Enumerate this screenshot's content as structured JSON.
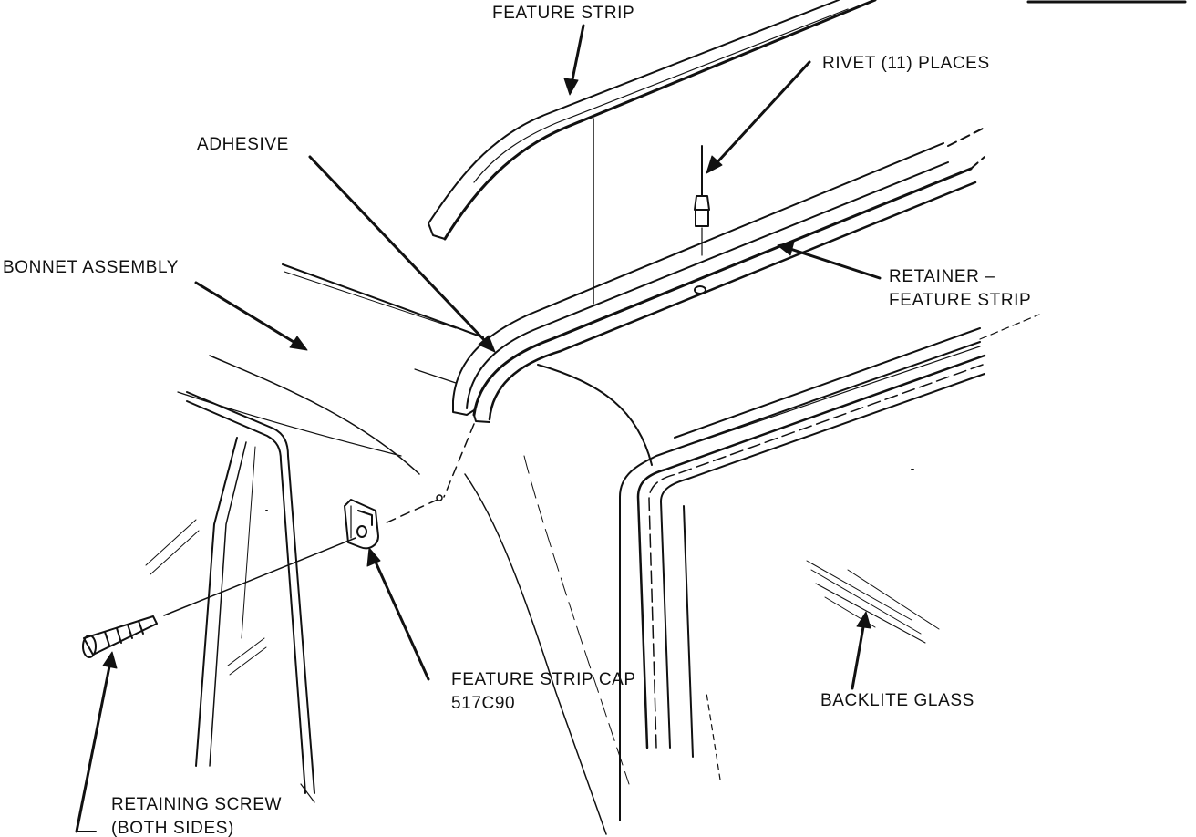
{
  "labels": {
    "feature_strip": "FEATURE STRIP",
    "rivet": "RIVET (11) PLACES",
    "adhesive": "ADHESIVE",
    "bonnet_assembly": "BONNET ASSEMBLY",
    "retainer_line1": "RETAINER –",
    "retainer_line2": "FEATURE STRIP",
    "feature_strip_cap_line1": "FEATURE STRIP CAP",
    "feature_strip_cap_line2": "517C90",
    "backlite_glass": "BACKLITE GLASS",
    "retaining_screw_line1": "RETAINING SCREW",
    "retaining_screw_line2": "(BOTH SIDES)"
  }
}
